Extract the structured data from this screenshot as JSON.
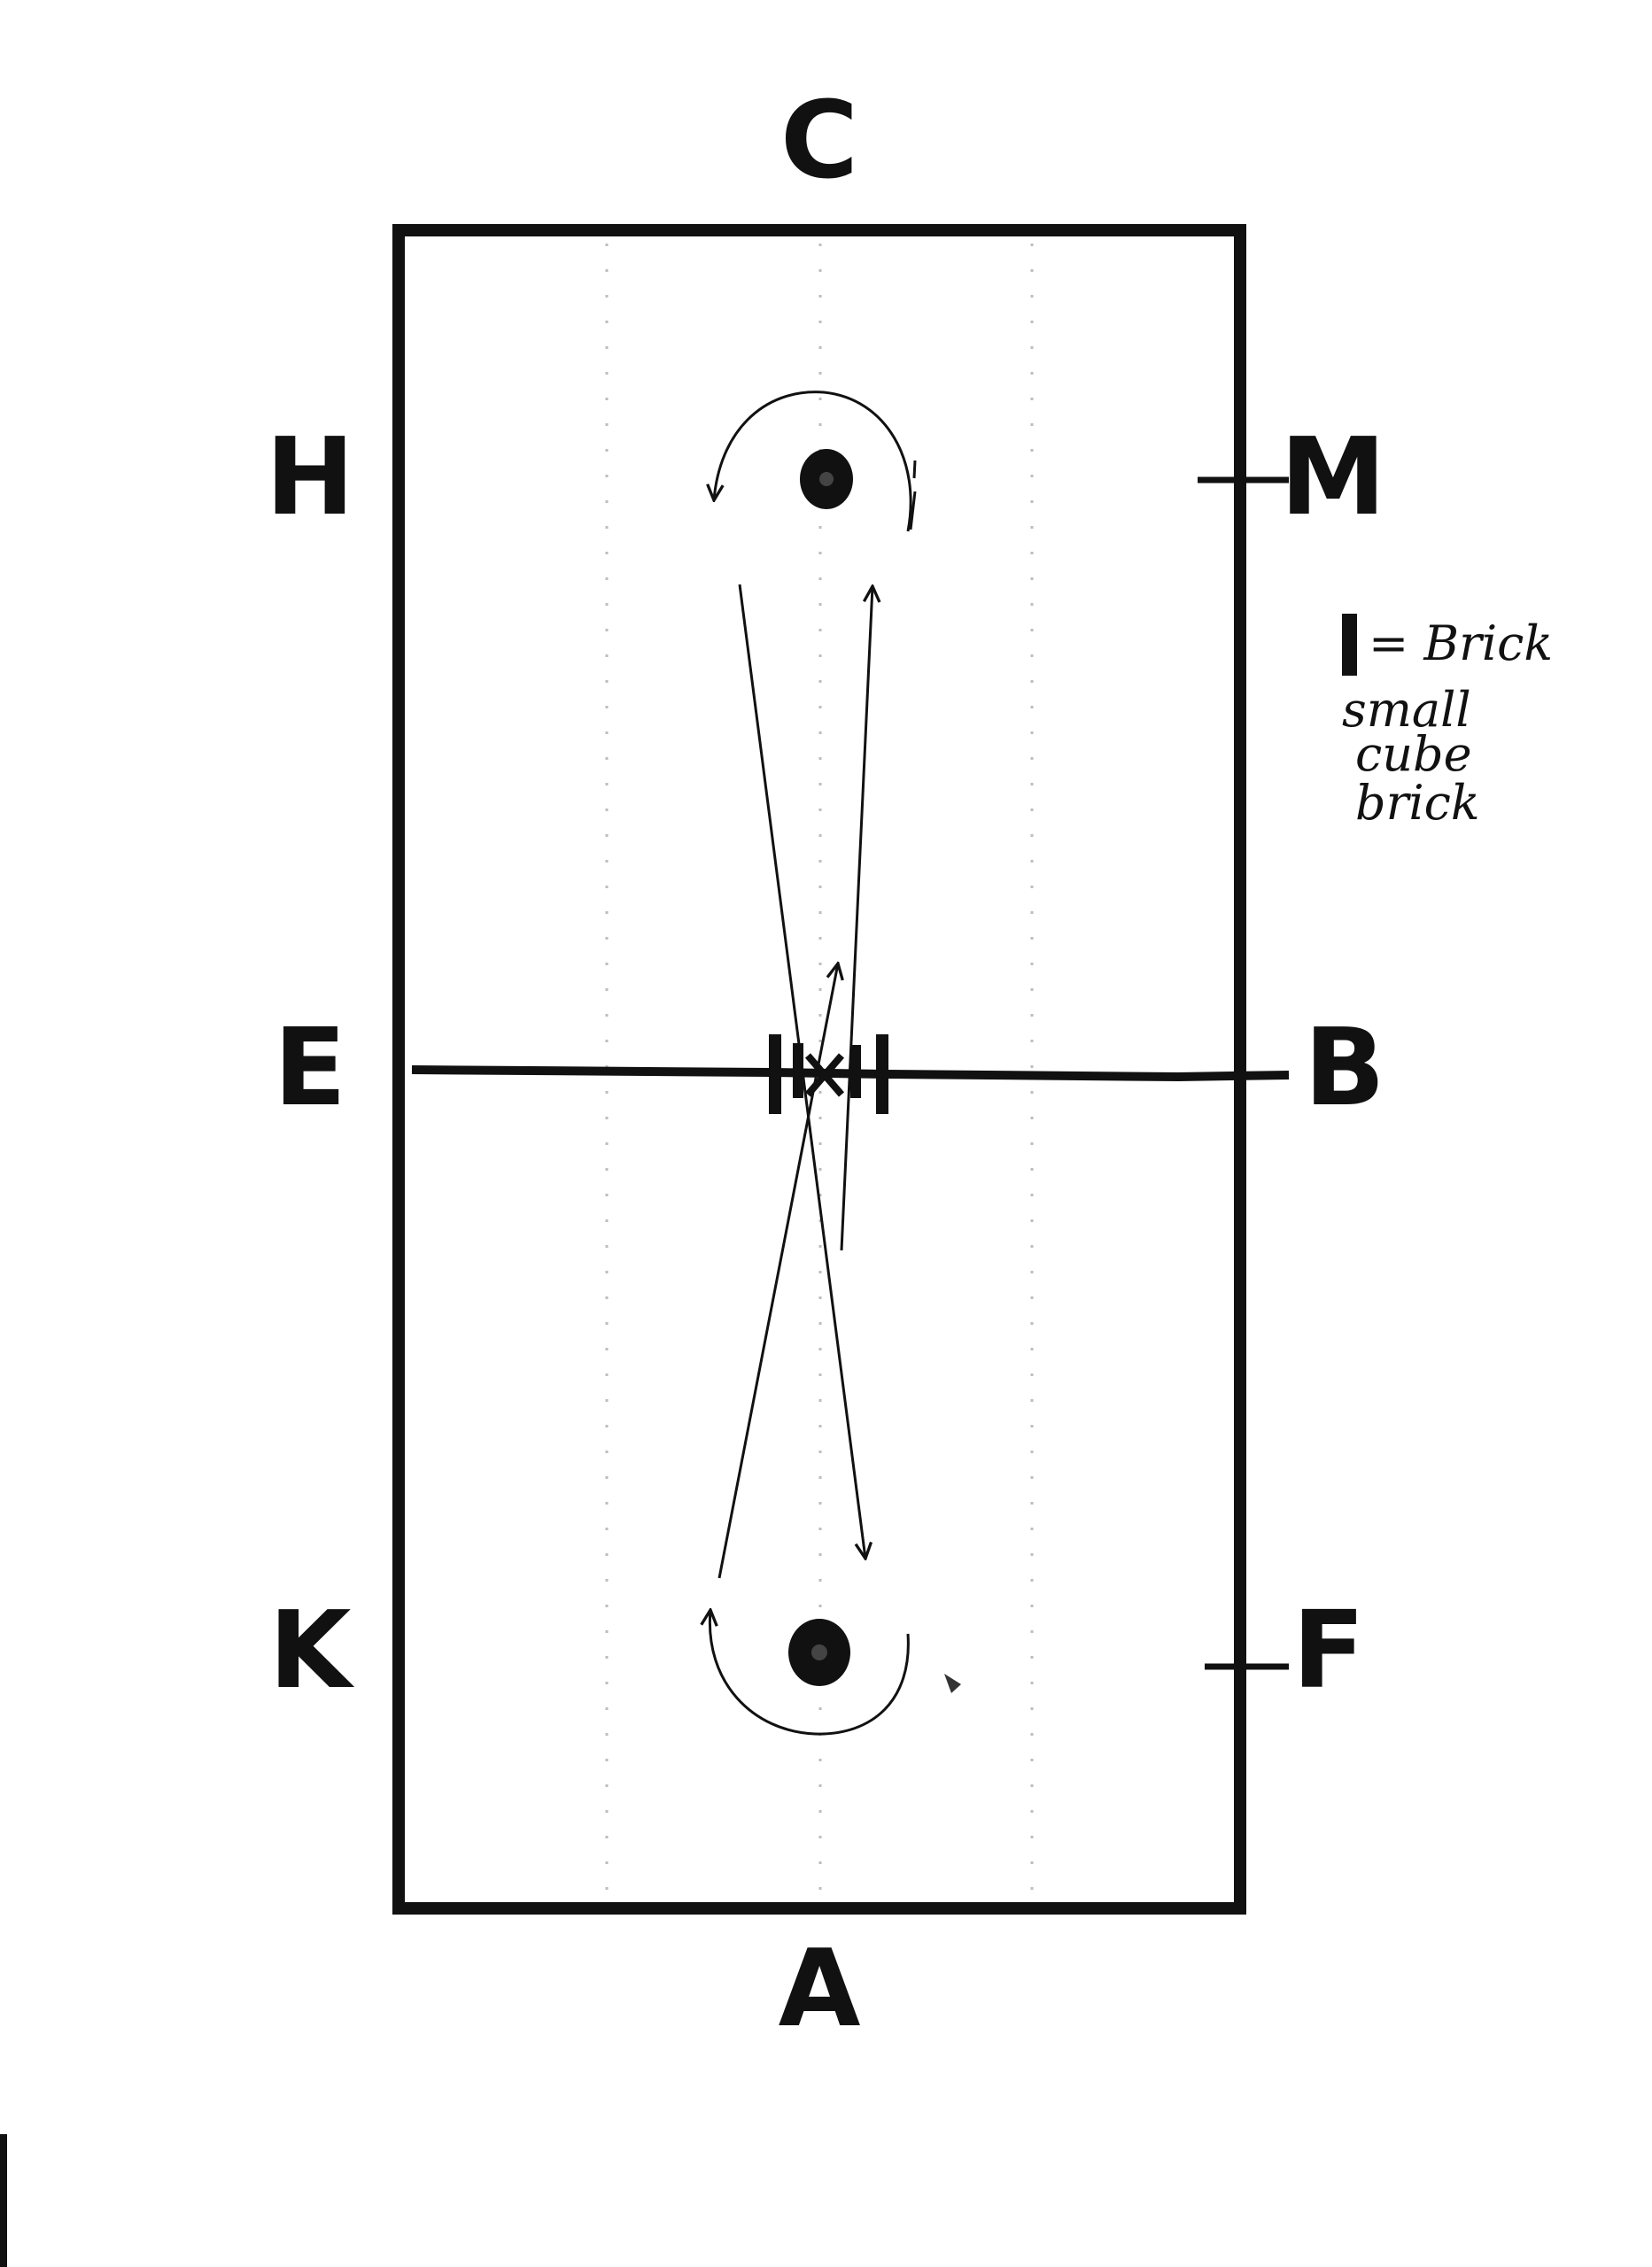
{
  "letters": {
    "top": "C",
    "bottom": "A",
    "left_upper": "H",
    "left_middle": "E",
    "left_lower": "K",
    "right_upper": "M",
    "right_middle": "B",
    "right_lower": "F"
  },
  "legend": {
    "brick_label": "= Brick",
    "note_line1": "small",
    "note_line2": "cube",
    "note_line3": "brick"
  },
  "colors": {
    "ink": "#111111",
    "dots": "#bdbdbd",
    "background": "#ffffff"
  }
}
